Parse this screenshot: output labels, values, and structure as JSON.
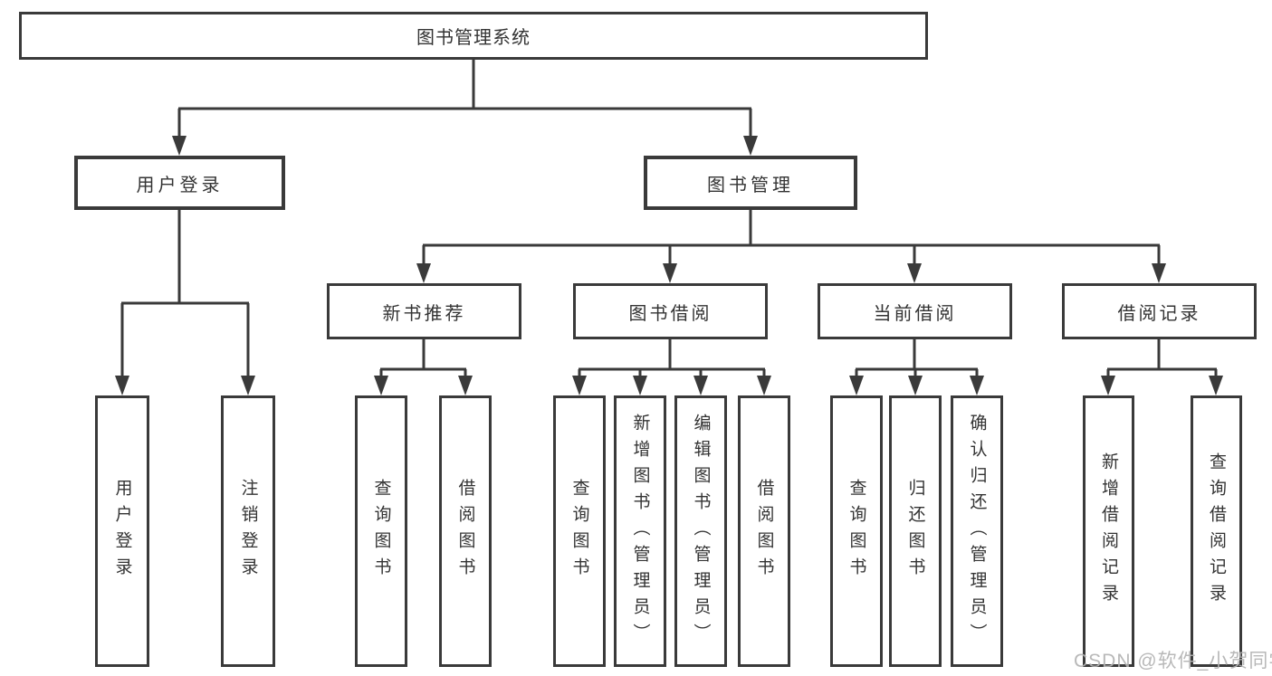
{
  "diagram": {
    "root": "图书管理系统",
    "branches": {
      "user_login": {
        "label": "用户登录",
        "children": [
          "用户登录",
          "注销登录"
        ]
      },
      "book_mgmt": {
        "label": "图书管理",
        "sections": {
          "new_book": {
            "label": "新书推荐",
            "children": [
              "查询图书",
              "借阅图书"
            ]
          },
          "borrow": {
            "label": "图书借阅",
            "children": [
              "查询图书",
              "新增图书（管理员）",
              "编辑图书（管理员）",
              "借阅图书"
            ]
          },
          "current": {
            "label": "当前借阅",
            "children": [
              "查询图书",
              "归还图书",
              "确认归还（管理员）"
            ]
          },
          "records": {
            "label": "借阅记录",
            "children": [
              "新增借阅记录",
              "查询借阅记录"
            ]
          }
        }
      }
    }
  },
  "watermark": "CSDN @软件_小贺同学",
  "colors": {
    "line": "#3a3a3a",
    "text": "#333333",
    "background": "#ffffff",
    "watermark": "#b3b3b3"
  }
}
